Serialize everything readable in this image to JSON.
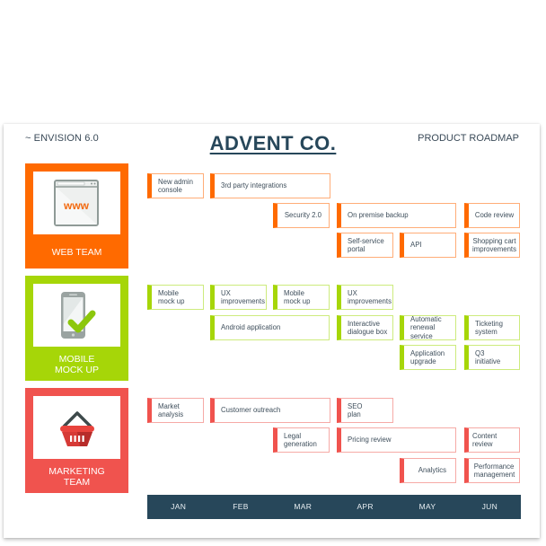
{
  "header": {
    "left": "~ ENVISION 6.0",
    "title": "ADVENT CO.",
    "right": "PRODUCT ROADMAP"
  },
  "colors": {
    "web": "#FF6A00",
    "mobile": "#A6D608",
    "marketing": "#F0534E",
    "timeline": "#27475A"
  },
  "teams": [
    {
      "label": "WEB TEAM",
      "icon": "browser-www-icon"
    },
    {
      "label": "MOBILE\nMOCK UP",
      "label_line1": "MOBILE",
      "label_line2": "MOCK UP",
      "icon": "phone-check-icon"
    },
    {
      "label": "MARKETING\nTEAM",
      "label_line1": "MARKETING",
      "label_line2": "TEAM",
      "icon": "shopping-basket-icon"
    }
  ],
  "web_tasks": [
    {
      "l1": "New admin",
      "l2": "console"
    },
    {
      "l1": "3rd party integrations"
    },
    {
      "l1": "Security 2.0"
    },
    {
      "l1": "On premise backup"
    },
    {
      "l1": "Code review"
    },
    {
      "l1": "Self-service",
      "l2": "portal"
    },
    {
      "l1": "API"
    },
    {
      "l1": "Shopping cart",
      "l2": "improvements"
    }
  ],
  "mobile_tasks": [
    {
      "l1": "Mobile",
      "l2": "mock up"
    },
    {
      "l1": "UX",
      "l2": "improvements"
    },
    {
      "l1": "Mobile",
      "l2": "mock up"
    },
    {
      "l1": "UX",
      "l2": "improvements"
    },
    {
      "l1": "Android application"
    },
    {
      "l1": "Interactive",
      "l2": "dialogue box"
    },
    {
      "l1": "Automatic",
      "l2": "renewal service"
    },
    {
      "l1": "Ticketing",
      "l2": "system"
    },
    {
      "l1": "Application",
      "l2": "upgrade"
    },
    {
      "l1": "Q3",
      "l2": "initiative"
    }
  ],
  "marketing_tasks": [
    {
      "l1": "Market",
      "l2": "analysis"
    },
    {
      "l1": "Customer outreach"
    },
    {
      "l1": "SEO",
      "l2": "plan"
    },
    {
      "l1": "Legal",
      "l2": "generation"
    },
    {
      "l1": "Pricing review"
    },
    {
      "l1": "Content review"
    },
    {
      "l1": "Analytics"
    },
    {
      "l1": "Performance",
      "l2": "management"
    }
  ],
  "timeline": {
    "months": [
      "JAN",
      "FEB",
      "MAR",
      "APR",
      "MAY",
      "JUN"
    ]
  }
}
